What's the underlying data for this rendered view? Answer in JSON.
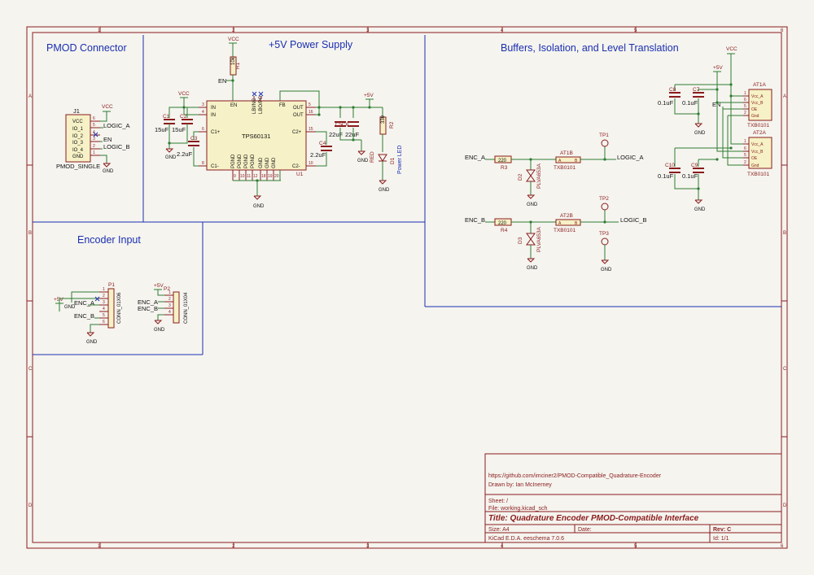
{
  "frame": {
    "col_labels": [
      "1",
      "2",
      "3",
      "4",
      "5",
      "6"
    ],
    "row_labels": [
      "A",
      "B",
      "C",
      "D"
    ]
  },
  "sections": {
    "pmod": "PMOD Connector",
    "power": "+5V Power Supply",
    "buffers": "Buffers, Isolation, and Level Translation",
    "encoder": "Encoder Input"
  },
  "pmod": {
    "ref": "J1",
    "value": "PMOD_SINGLE",
    "pins": [
      "VCC",
      "IO_1",
      "IO_2",
      "IO_3",
      "IO_4",
      "GND"
    ],
    "pin_nums": [
      "6",
      "5",
      "4",
      "3",
      "2",
      "1"
    ],
    "vcc": "VCC",
    "gnd": "GND",
    "net_a": "LOGIC_A",
    "net_en": "EN",
    "net_b": "LOGIC_B"
  },
  "power": {
    "vcc_top": "VCC",
    "r1_ref": "R1",
    "r1_val": "10k",
    "en": "EN",
    "vcc_left": "VCC",
    "c1_ref": "C1",
    "c1_val": "15uF",
    "c2_ref": "C2",
    "c2_val": "15uF",
    "c3_ref": "C3",
    "c3_val": "2.2uF",
    "gnd_left": "GND",
    "u1_ref": "U1",
    "u1_val": "TPS60131",
    "u1_pins_left": [
      "IN",
      "IN",
      "C1+",
      "C1-"
    ],
    "u1_pin_nums_left": [
      "3",
      "4",
      "6",
      "8"
    ],
    "u1_top_pins": [
      "EN",
      "LBI/NC",
      "LBO/PG",
      "FB"
    ],
    "u1_pins_right": [
      "OUT",
      "OUT",
      "C2+",
      "C2-"
    ],
    "u1_pin_nums_right": [
      "5",
      "16",
      "15",
      "10"
    ],
    "u1_bottom_pins": [
      "PGND",
      "PGND",
      "PGND",
      "PGND",
      "GND",
      "GND",
      "GND"
    ],
    "u1_bottom_nums": [
      "9",
      "10",
      "11",
      "12",
      "18",
      "19",
      "20"
    ],
    "c4_ref": "C4",
    "c4_val": "2.2uF",
    "c5_ref": "C5",
    "c5_val": "22uF",
    "c6_ref": "C6",
    "c6_val": "22uF",
    "plus5": "+5V",
    "r2_ref": "R2",
    "r2_val": "330",
    "d1_ref": "D1",
    "d1_val": "RED",
    "d1_note": "Power LED",
    "gnd_bottom": "GND",
    "gnd_right": "GND"
  },
  "buffers": {
    "enc_a": "ENC_A",
    "enc_b": "ENC_B",
    "r3_ref": "R3",
    "r3_val": "220",
    "r4_ref": "R4",
    "r4_val": "220",
    "d2_ref": "D2",
    "d2_val": "PLVA653A",
    "d3_ref": "D3",
    "d3_val": "PLVA653A",
    "at1b_ref": "AT1B",
    "at1b_val": "TXB0101",
    "at2b_ref": "AT2B",
    "at2b_val": "TXB0101",
    "pin_a": "A",
    "pin_b": "B",
    "tp1": "TP1",
    "tp2": "TP2",
    "tp3": "TP3",
    "logic_a": "LOGIC_A",
    "logic_b": "LOGIC_B",
    "gnd": "GND",
    "vcc": "VCC",
    "plus5": "+5V",
    "en": "EN",
    "c8_ref": "C8",
    "c8_val": "0.1uF",
    "c7_ref": "C7",
    "c7_val": "0.1uF",
    "c10_ref": "C10",
    "c10_val": "0.1uF",
    "c9_ref": "C9",
    "c9_val": "0.1uF",
    "at1a_ref": "AT1A",
    "at1a_val": "TXB0101",
    "at2a_ref": "AT2A",
    "at2a_val": "TXB0101",
    "at_pins": [
      "Vcc_A",
      "Vcc_B",
      "OE",
      "Gnd"
    ],
    "at_pin_nums": [
      "1",
      "6",
      "5",
      "2"
    ]
  },
  "encoder": {
    "p1_ref": "P1",
    "p1_val": "CONN_01X06",
    "p2_ref": "P2",
    "p2_val": "CONN_01X04",
    "plus5": "+5V",
    "gnd": "GND",
    "enc_a": "ENC_A",
    "enc_b": "ENC_B",
    "p1_pin_nums": [
      "1",
      "2",
      "3",
      "4",
      "5",
      "6"
    ],
    "p2_pin_nums": [
      "1",
      "2",
      "3",
      "4"
    ]
  },
  "title_block": {
    "url": "https://github.com/imciner2/PMOD-Compatible_Quadrature-Encoder",
    "drawn": "Drawn by: Ian McInerney",
    "sheet": "Sheet: /",
    "file": "File: working.kicad_sch",
    "title": "Title: Quadrature Encoder PMOD-Compatible Interface",
    "size": "Size: A4",
    "date": "Date:",
    "rev": "Rev: C",
    "tool": "KiCad E.D.A.  eeschema 7.0.6",
    "id": "Id: 1/1"
  }
}
